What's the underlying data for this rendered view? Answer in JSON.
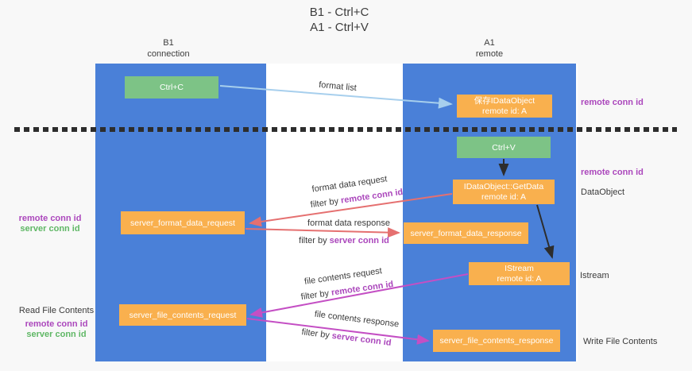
{
  "title": {
    "line1": "B1 - Ctrl+C",
    "line2": "A1 - Ctrl+V"
  },
  "lanes": {
    "left": {
      "name": "B1",
      "subtitle": "connection"
    },
    "right": {
      "name": "A1",
      "subtitle": "remote"
    }
  },
  "boxes": {
    "ctrl_c": {
      "label": "Ctrl+C"
    },
    "saved_idataobject": {
      "line1": "保存IDataObject",
      "line2": "remote id: A"
    },
    "ctrl_v": {
      "label": "Ctrl+V"
    },
    "getdata": {
      "line1": "IDataObject::GetData",
      "line2": "remote id: A"
    },
    "server_format_data_request": {
      "label": "server_format_data_request"
    },
    "server_format_data_response": {
      "label": "server_format_data_response"
    },
    "istream": {
      "line1": "IStream",
      "line2": "remote id: A"
    },
    "server_file_contents_request": {
      "label": "server_file_contents_request"
    },
    "server_file_contents_response": {
      "label": "server_file_contents_response"
    }
  },
  "side_labels": {
    "remote_conn_id": "remote conn id",
    "server_conn_id": "server conn id",
    "dataobject": "DataObject",
    "istream": "Istream",
    "read_file_contents": "Read File Contents",
    "write_file_contents": "Write File Contents"
  },
  "arrow_labels": {
    "format_list": "format list",
    "format_data_request": "format data request",
    "format_data_response": "format data response",
    "file_contents_request": "file contents request",
    "file_contents_response": "file contents response",
    "filter_by": "filter by",
    "remote_conn_id": "remote conn id",
    "server_conn_id": "server conn id"
  },
  "colors": {
    "page-bg": "#f8f8f8",
    "canvas-bg": "#ffffff",
    "lane-blue": "#4a80d8",
    "box-green": "#7dc386",
    "box-orange": "#f9b04e",
    "arrow-blue": "#a7cfed",
    "arrow-red": "#e57070",
    "arrow-magenta": "#c44fc4",
    "arrow-black": "#2d2d2d",
    "text-purple": "#ab47bc",
    "text-green": "#5fb765",
    "text-dark": "#3a3a3a"
  }
}
